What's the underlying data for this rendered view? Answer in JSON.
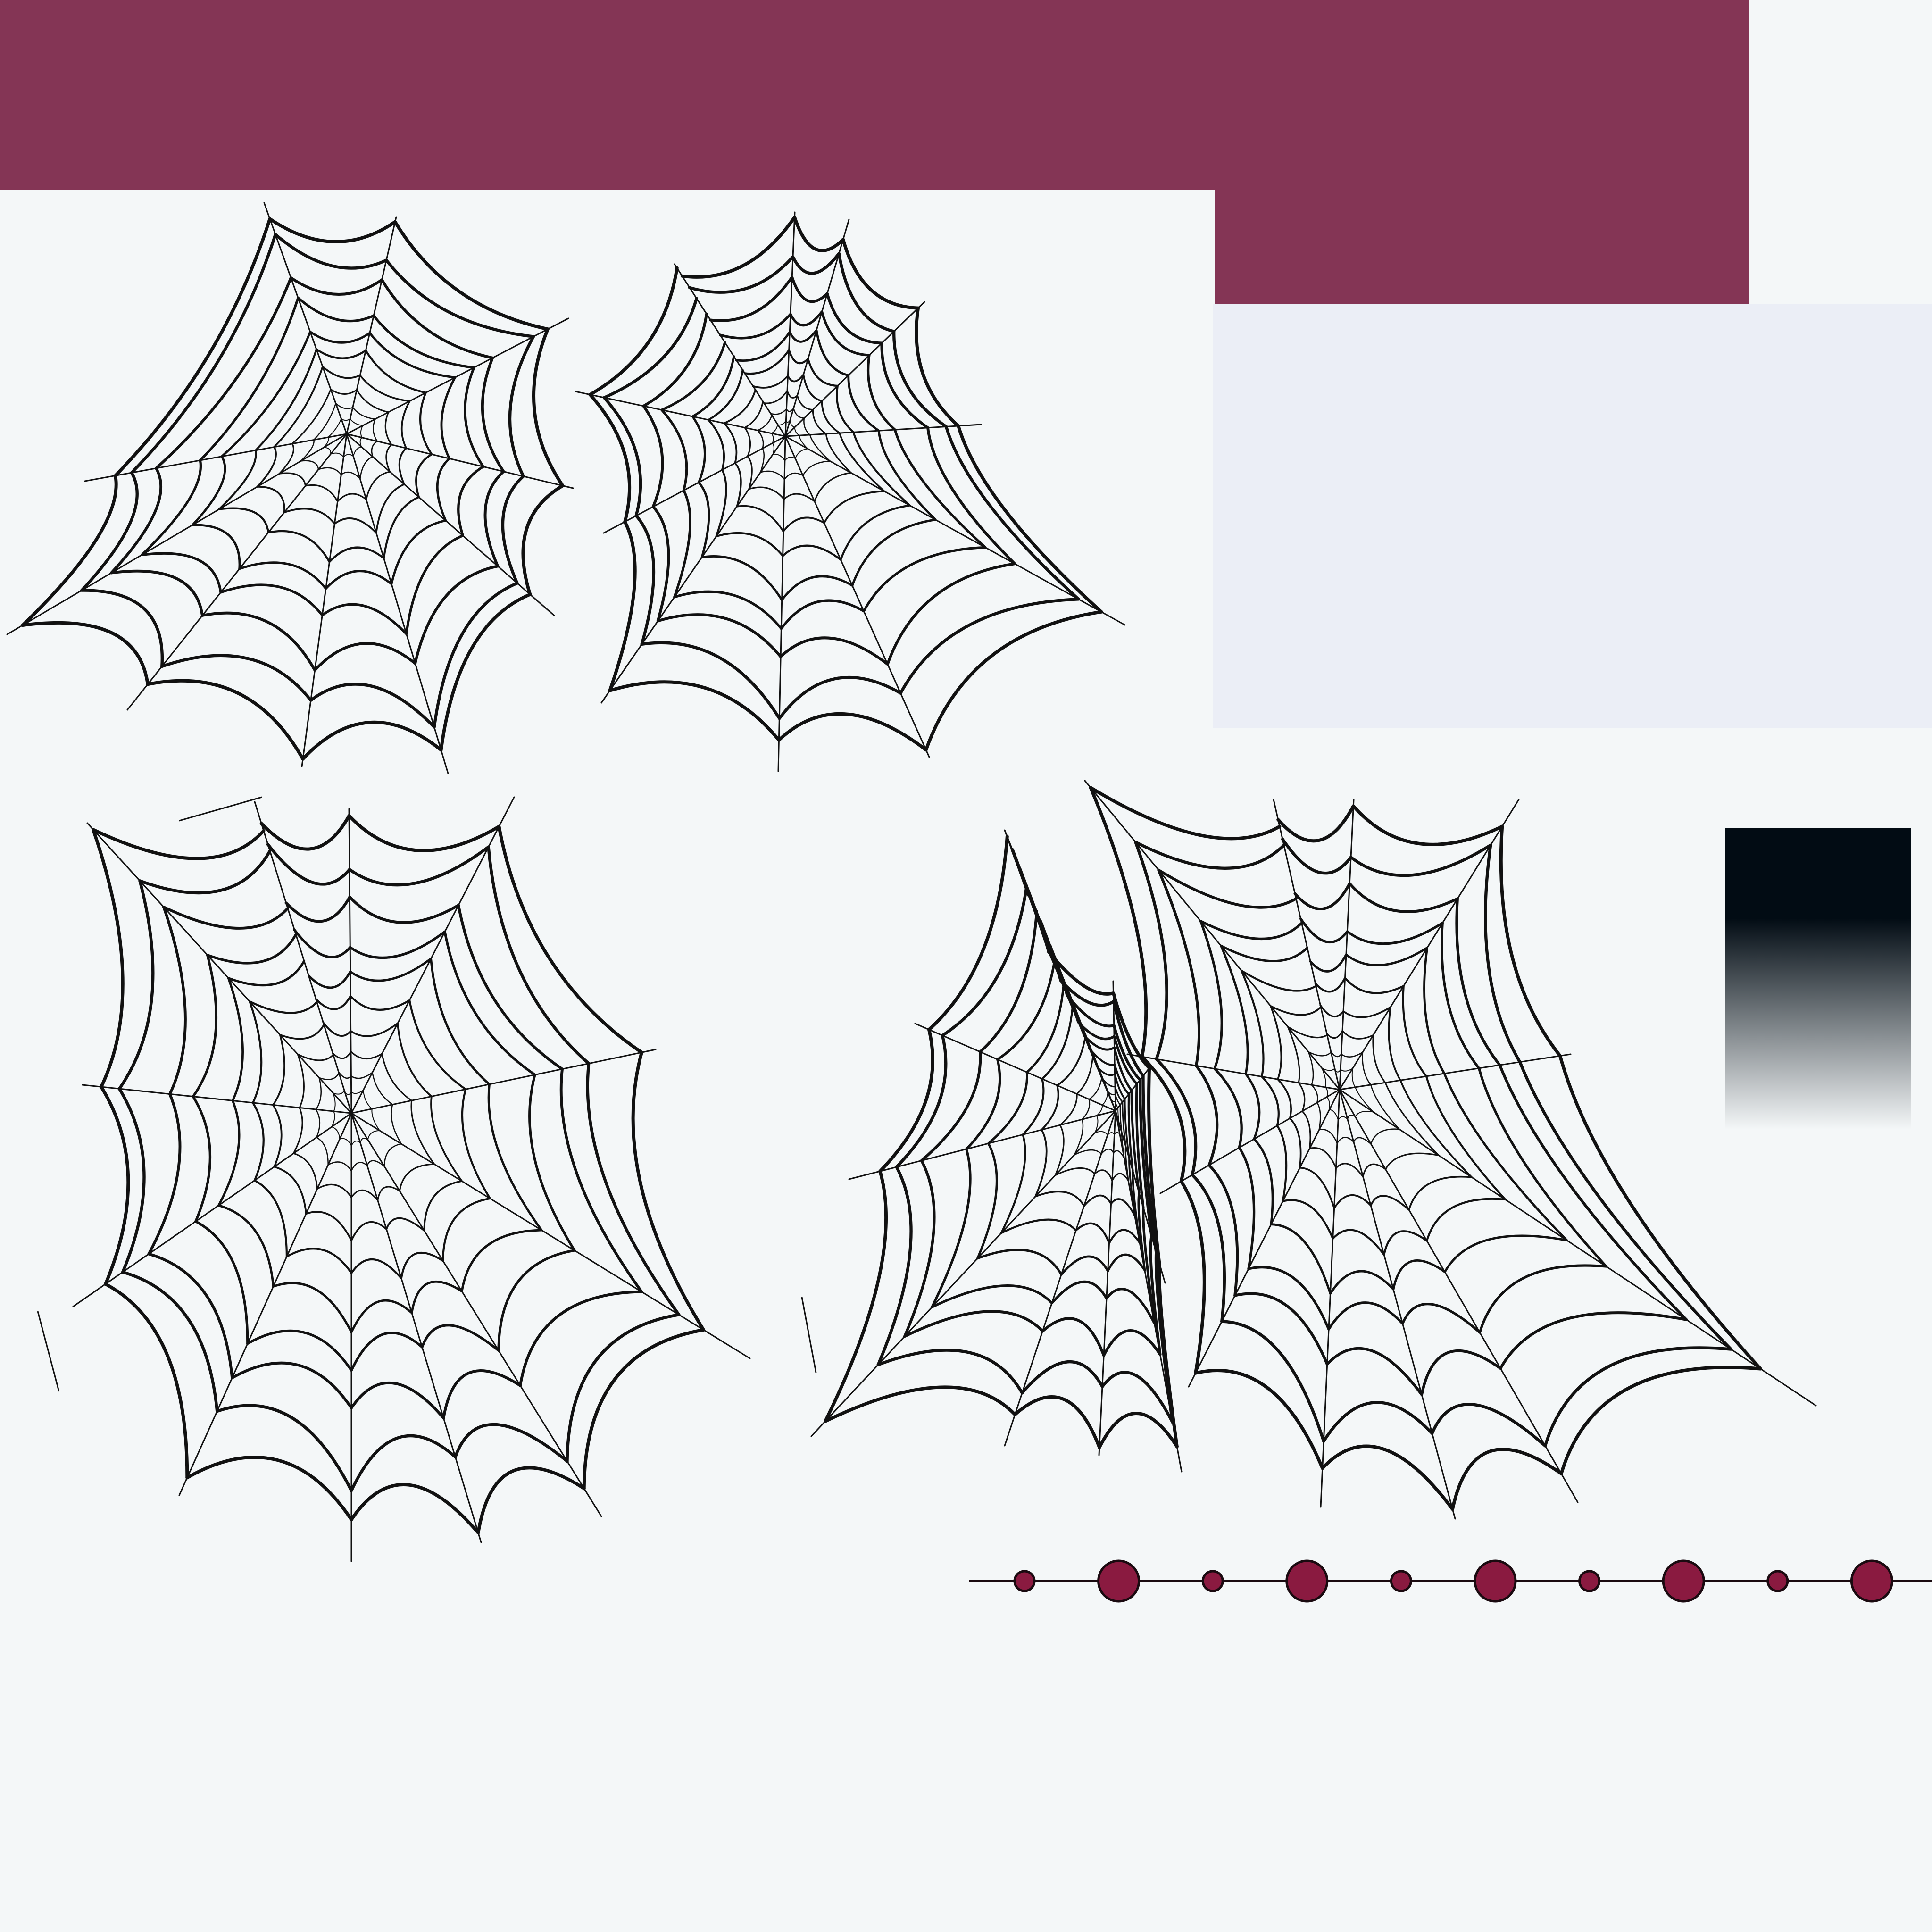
{
  "colors": {
    "background": "#f4f7f8",
    "banner": "#843555",
    "panel": "#ebeef6",
    "web_stroke": "#111111",
    "bead_fill": "#8a1a40",
    "bead_stroke": "#1a0a10",
    "gradient_dark": "#020c14",
    "gradient_light": "#f4f7f8"
  },
  "illustration": {
    "subject": "spider-web",
    "web_count": 5,
    "bead_count": 10,
    "bead_sizes": [
      "small",
      "large",
      "small",
      "large",
      "small",
      "large",
      "small",
      "large",
      "small",
      "large"
    ]
  }
}
